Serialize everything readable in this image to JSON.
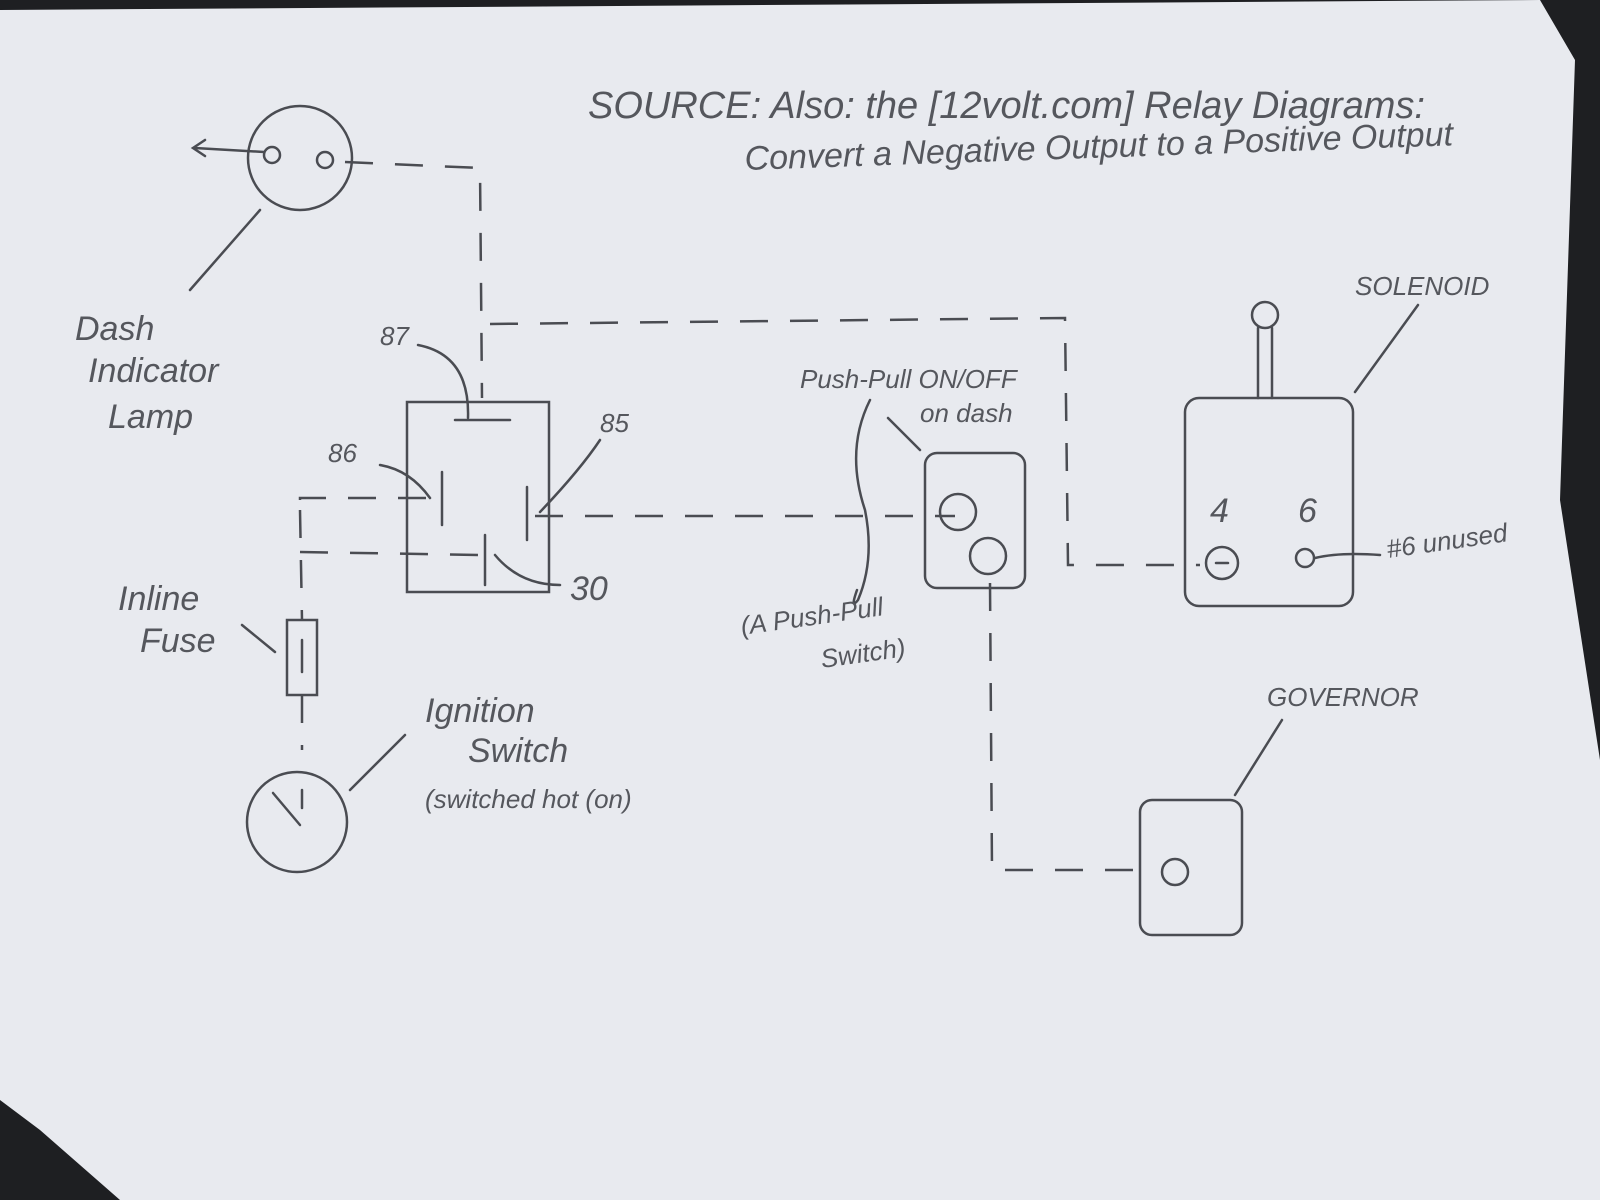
{
  "header": {
    "line1": "SOURCE: Also: the [12volt.com] Relay Diagrams:",
    "line2": "Convert a Negative Output to a Positive Output"
  },
  "labels": {
    "dash_lamp": [
      "Dash",
      "Indicator",
      "Lamp"
    ],
    "relay_pin_87": "87",
    "relay_pin_86": "86",
    "relay_pin_85": "85",
    "relay_pin_30": "30",
    "inline_fuse": [
      "Inline",
      "Fuse"
    ],
    "ignition": [
      "Ignition",
      "Switch",
      "(switched hot (on)"
    ],
    "push_pull": [
      "Push-Pull ON/OFF",
      "on dash"
    ],
    "push_pull_note": [
      "(A Push-Pull",
      "Switch)"
    ],
    "solenoid": "SOLENOID",
    "solenoid_term_4": "4",
    "solenoid_term_6": "6",
    "unused_note": "#6 unused",
    "governor": "GOVERNOR"
  },
  "colors": {
    "paper": "#e8eaef",
    "pencil": "#4a4c52",
    "background": "#1e1f22"
  }
}
